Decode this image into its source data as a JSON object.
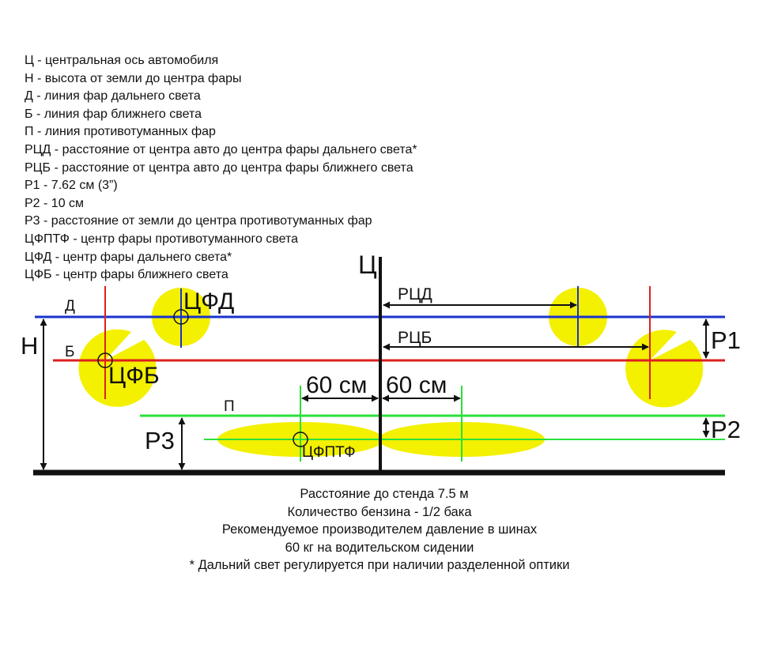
{
  "legend": [
    "Ц - центральная ось автомобиля",
    "Н - высота от земли до центра фары",
    "Д - линия фар дальнего света",
    "Б - линия фар ближнего света",
    "П - линия противотуманных фар",
    "РЦД - расстояние от центра авто до центра фары дальнего света*",
    "РЦБ - расстояние от центра авто до центра фары ближнего света",
    "Р1 - 7.62 см (3”)",
    "Р2 - 10 см",
    "Р3 - расстояние от земли до центра противотуманных фар",
    "ЦФПТФ - центр фары противотуманного света",
    "ЦФД - центр фары дальнего света*",
    "ЦФБ - центр фары ближнего света"
  ],
  "diagram": {
    "axis_label": "Ц",
    "height_label": "Н",
    "line_high_label": "Д",
    "line_low_label": "Б",
    "line_fog_label": "П",
    "center_high_label": "ЦФД",
    "center_low_label": "ЦФБ",
    "center_fog_label": "ЦФПТФ",
    "dist_high_label": "РЦД",
    "dist_low_label": "РЦБ",
    "p1_label": "Р1",
    "p2_label": "Р2",
    "p3_label": "Р3",
    "fog_left_label": "60 см",
    "fog_right_label": "60 см",
    "colors": {
      "high_beam_line": "#1a33cc",
      "low_beam_line": "#dd1f1f",
      "fog_line": "#29e03a",
      "light_spot": "#f3f000",
      "ink": "#111111"
    }
  },
  "notes": [
    "Расстояние до стенда 7.5 м",
    "Количество бензина - 1/2 бака",
    "Рекомендуемое производителем давление в шинах",
    "60 кг на водительском сидении",
    "* Дальний свет регулируется при наличии разделенной оптики"
  ]
}
